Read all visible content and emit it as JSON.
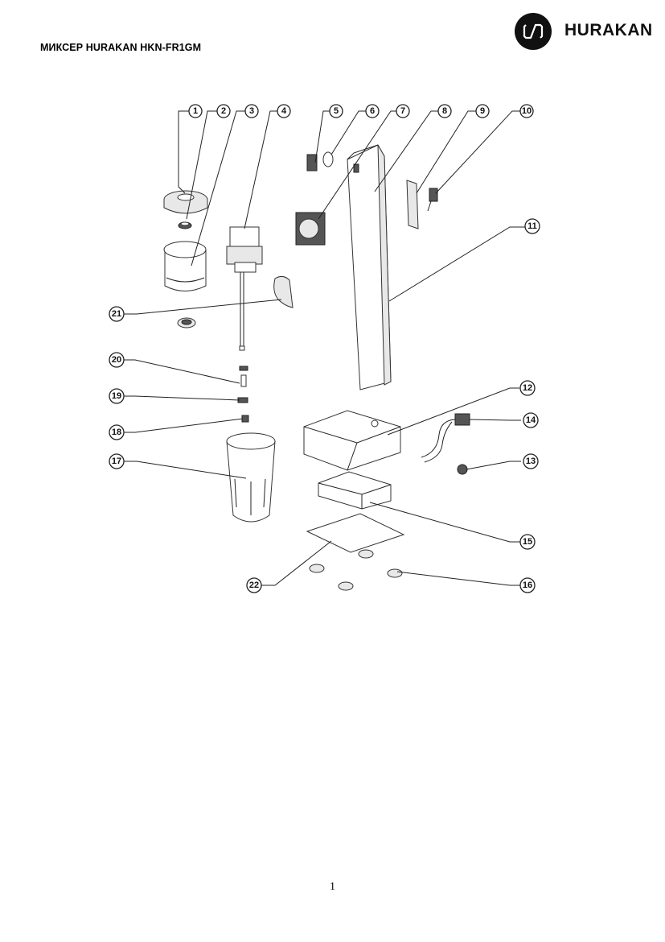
{
  "header": {
    "title": "МИКСЕР HURAKAN HKN-FR1GM",
    "brand": "HURAKAN",
    "logo_icon": "hurakan-logo-icon"
  },
  "diagram": {
    "callouts": [
      "1",
      "2",
      "3",
      "4",
      "5",
      "6",
      "7",
      "8",
      "9",
      "10",
      "11",
      "12",
      "13",
      "14",
      "15",
      "16",
      "17",
      "18",
      "19",
      "20",
      "21",
      "22"
    ]
  },
  "footer": {
    "page_number": "1"
  }
}
